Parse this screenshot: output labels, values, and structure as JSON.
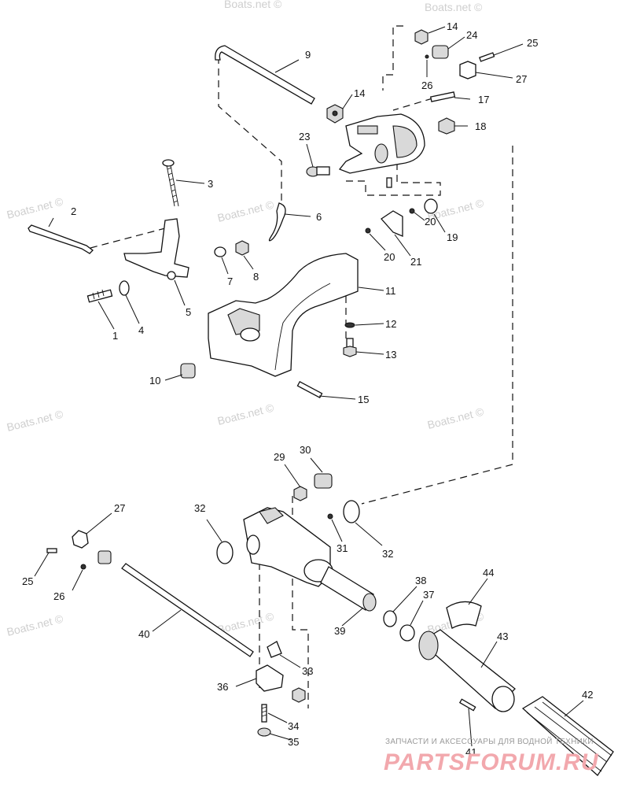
{
  "diagram": {
    "parts": [
      {
        "id": "p1",
        "label": "1"
      },
      {
        "id": "p2",
        "label": "2"
      },
      {
        "id": "p3",
        "label": "3"
      },
      {
        "id": "p4",
        "label": "4"
      },
      {
        "id": "p5",
        "label": "5"
      },
      {
        "id": "p6",
        "label": "6"
      },
      {
        "id": "p7",
        "label": "7"
      },
      {
        "id": "p8",
        "label": "8"
      },
      {
        "id": "p9",
        "label": "9"
      },
      {
        "id": "p10",
        "label": "10"
      },
      {
        "id": "p11",
        "label": "11"
      },
      {
        "id": "p12",
        "label": "12"
      },
      {
        "id": "p13",
        "label": "13"
      },
      {
        "id": "p14a",
        "label": "14"
      },
      {
        "id": "p14b",
        "label": "14"
      },
      {
        "id": "p15",
        "label": "15"
      },
      {
        "id": "p17",
        "label": "17"
      },
      {
        "id": "p18",
        "label": "18"
      },
      {
        "id": "p19",
        "label": "19"
      },
      {
        "id": "p20a",
        "label": "20"
      },
      {
        "id": "p20b",
        "label": "20"
      },
      {
        "id": "p21",
        "label": "21"
      },
      {
        "id": "p23",
        "label": "23"
      },
      {
        "id": "p24",
        "label": "24"
      },
      {
        "id": "p25a",
        "label": "25"
      },
      {
        "id": "p25b",
        "label": "25"
      },
      {
        "id": "p26a",
        "label": "26"
      },
      {
        "id": "p26b",
        "label": "26"
      },
      {
        "id": "p27a",
        "label": "27"
      },
      {
        "id": "p27b",
        "label": "27"
      },
      {
        "id": "p29",
        "label": "29"
      },
      {
        "id": "p30",
        "label": "30"
      },
      {
        "id": "p31",
        "label": "31"
      },
      {
        "id": "p32a",
        "label": "32"
      },
      {
        "id": "p32b",
        "label": "32"
      },
      {
        "id": "p33",
        "label": "33"
      },
      {
        "id": "p34",
        "label": "34"
      },
      {
        "id": "p35",
        "label": "35"
      },
      {
        "id": "p36",
        "label": "36"
      },
      {
        "id": "p37",
        "label": "37"
      },
      {
        "id": "p38",
        "label": "38"
      },
      {
        "id": "p39",
        "label": "39"
      },
      {
        "id": "p40",
        "label": "40"
      },
      {
        "id": "p41",
        "label": "41"
      },
      {
        "id": "p42",
        "label": "42"
      },
      {
        "id": "p43",
        "label": "43"
      },
      {
        "id": "p44",
        "label": "44"
      }
    ]
  },
  "watermarks": [
    "Boats.net ©"
  ],
  "brand": {
    "caption": "ЗАПЧАСТИ И АКСЕССУАРЫ ДЛЯ ВОДНОЙ ТЕХНИКИ",
    "logo": "PARTSFORUM.RU"
  }
}
